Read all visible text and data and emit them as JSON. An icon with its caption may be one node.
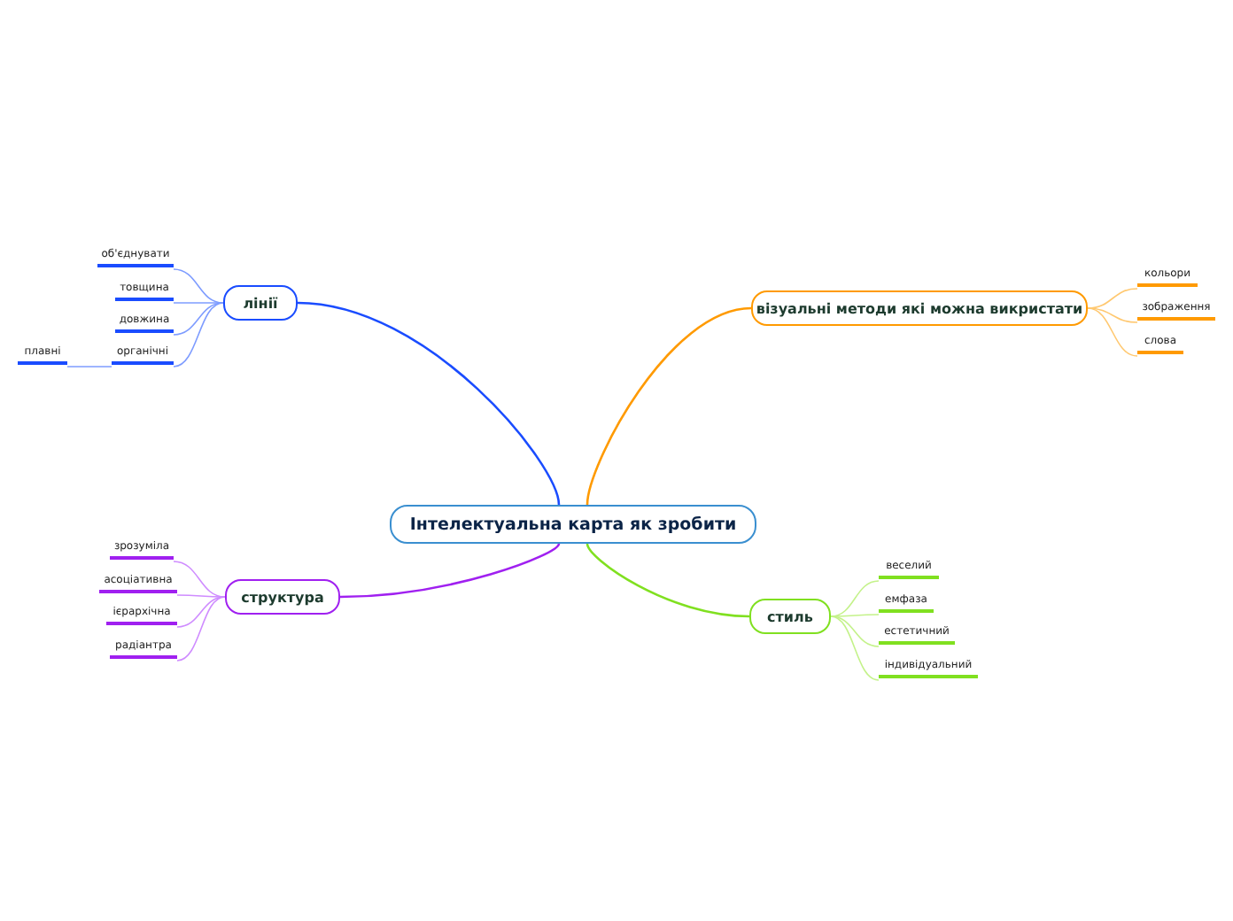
{
  "diagram": {
    "nodes": [
      {
        "text": [
          "Інтелектуальна карта як зробити"
        ]
      },
      {
        "text": [
          "лінії"
        ]
      },
      {
        "text": [
          "об'єднувати"
        ]
      },
      {
        "text": [
          "товщина"
        ]
      },
      {
        "text": [
          "довжина"
        ]
      },
      {
        "text": [
          "органічні"
        ]
      },
      {
        "text": [
          "плавні"
        ]
      },
      {
        "text": [
          "візуальні методи які можна викристати"
        ]
      },
      {
        "text": [
          "кольори"
        ]
      },
      {
        "text": [
          "зображення"
        ]
      },
      {
        "text": [
          "слова"
        ]
      },
      {
        "text": [
          "структура"
        ]
      },
      {
        "text": [
          "зрозуміла"
        ]
      },
      {
        "text": [
          "асоціативна"
        ]
      },
      {
        "text": [
          "ієрархічна"
        ]
      },
      {
        "text": [
          "радіантра"
        ]
      },
      {
        "text": [
          "стиль"
        ]
      },
      {
        "text": [
          "веселий"
        ]
      },
      {
        "text": [
          "емфаза"
        ]
      },
      {
        "text": [
          "естетичний"
        ]
      },
      {
        "text": [
          "індивідуальний"
        ]
      }
    ],
    "edges": [
      {
        "from": 0,
        "to": 1,
        "arrow": "none",
        "color": "#1a4cff"
      },
      {
        "from": 1,
        "to": 2,
        "arrow": "none",
        "color": "#7e9cff"
      },
      {
        "from": 1,
        "to": 3,
        "arrow": "none",
        "color": "#7e9cff"
      },
      {
        "from": 1,
        "to": 4,
        "arrow": "none",
        "color": "#7e9cff"
      },
      {
        "from": 1,
        "to": 5,
        "arrow": "none",
        "color": "#7e9cff"
      },
      {
        "from": 5,
        "to": 6,
        "arrow": "none",
        "color": "#7e9cff"
      },
      {
        "from": 0,
        "to": 7,
        "arrow": "none",
        "color": "#ff9a00"
      },
      {
        "from": 7,
        "to": 8,
        "arrow": "none",
        "color": "#ffc870"
      },
      {
        "from": 7,
        "to": 9,
        "arrow": "none",
        "color": "#ffc870"
      },
      {
        "from": 7,
        "to": 10,
        "arrow": "none",
        "color": "#ffc870"
      },
      {
        "from": 0,
        "to": 11,
        "arrow": "none",
        "color": "#a020f0"
      },
      {
        "from": 11,
        "to": 12,
        "arrow": "none",
        "color": "#cf8cff"
      },
      {
        "from": 11,
        "to": 13,
        "arrow": "none",
        "color": "#cf8cff"
      },
      {
        "from": 11,
        "to": 14,
        "arrow": "none",
        "color": "#cf8cff"
      },
      {
        "from": 11,
        "to": 15,
        "arrow": "none",
        "color": "#cf8cff"
      },
      {
        "from": 0,
        "to": 16,
        "arrow": "none",
        "color": "#80e020"
      },
      {
        "from": 16,
        "to": 17,
        "arrow": "none",
        "color": "#c4f28a"
      },
      {
        "from": 16,
        "to": 18,
        "arrow": "none",
        "color": "#c4f28a"
      },
      {
        "from": 16,
        "to": 19,
        "arrow": "none",
        "color": "#c4f28a"
      },
      {
        "from": 16,
        "to": 20,
        "arrow": "none",
        "color": "#c4f28a"
      }
    ]
  }
}
